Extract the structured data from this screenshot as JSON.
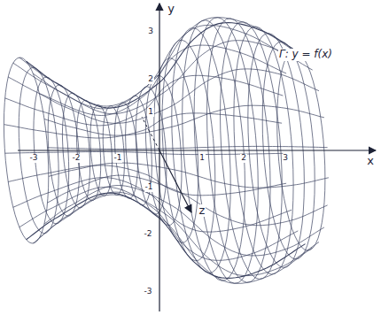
{
  "diagram": {
    "labels": [
      "y",
      "Γ: y = f(x)",
      "3",
      "2",
      "1",
      "-1",
      "-2",
      "-3",
      "x",
      "-3",
      "-2",
      "-1",
      "1",
      "2",
      "3",
      "z"
    ]
  }
}
